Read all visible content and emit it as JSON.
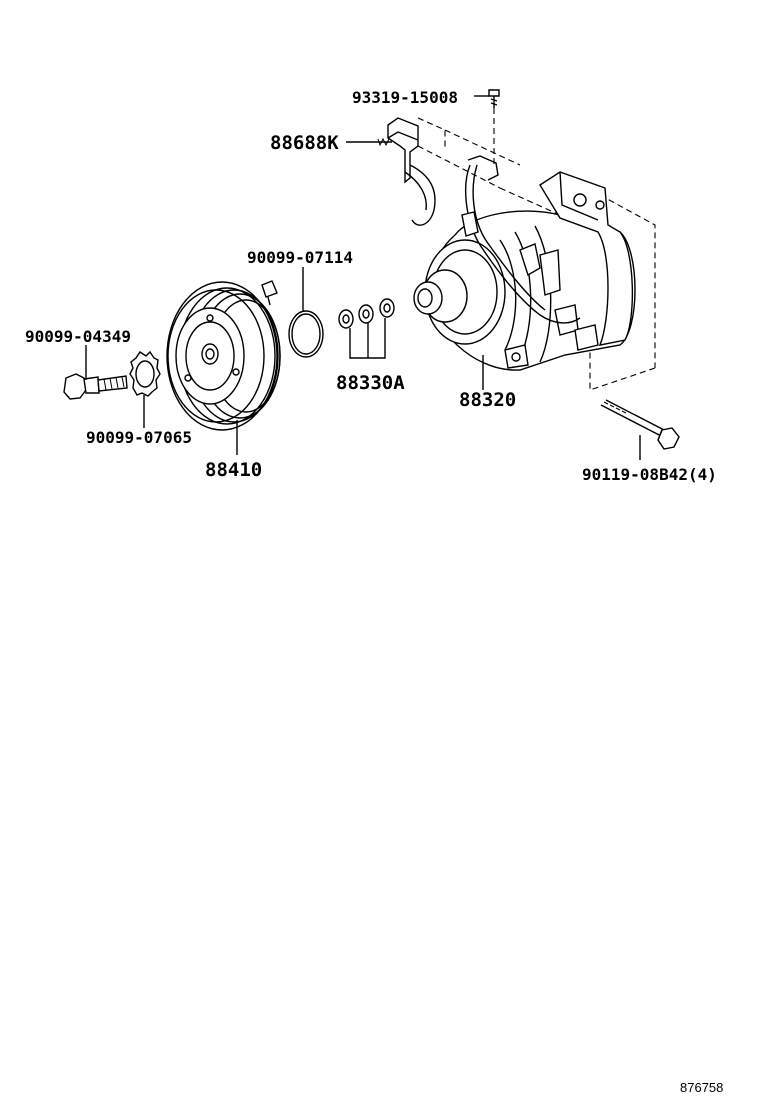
{
  "labels": {
    "p93319": "93319-15008",
    "p88688k": "88688K",
    "p90099_07114": "90099-07114",
    "p90099_04349": "90099-04349",
    "p88330a": "88330A",
    "p88320": "88320",
    "p90099_07065": "90099-07065",
    "p88410": "88410",
    "p90119": "90119-08B42(4)"
  },
  "figure_id": "876758"
}
